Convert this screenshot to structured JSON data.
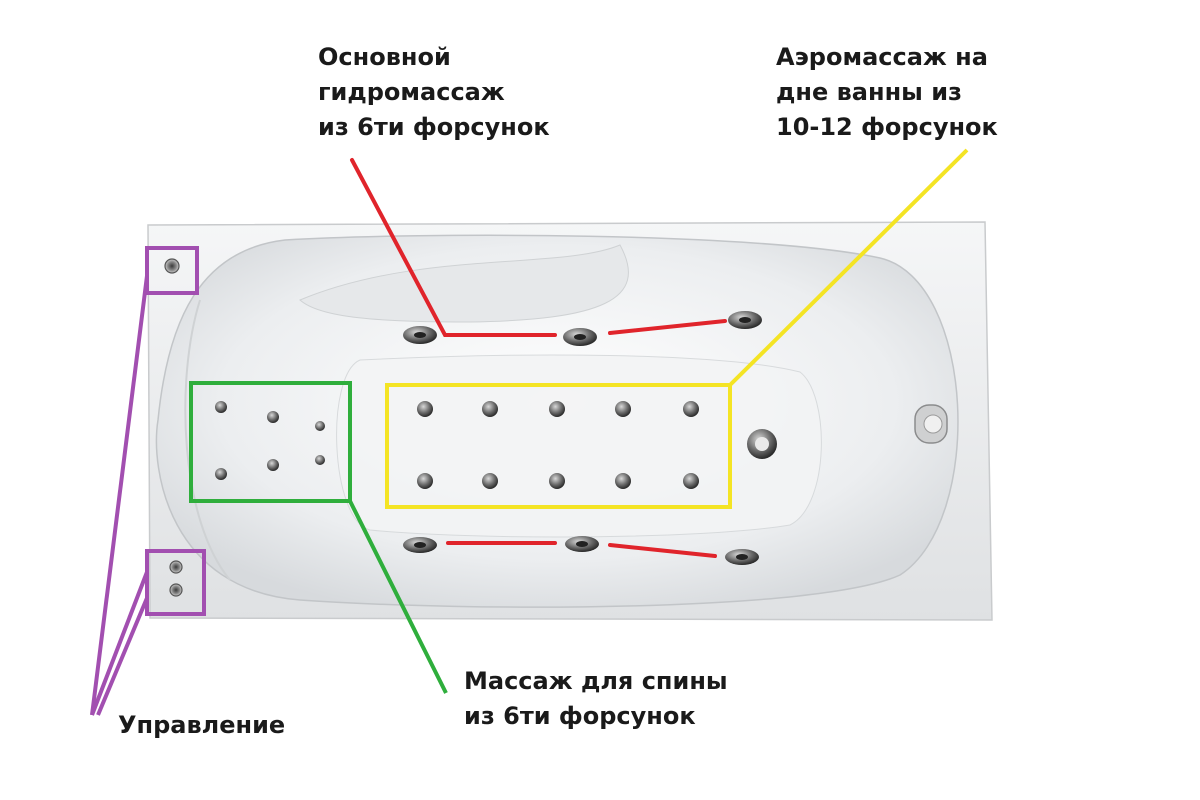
{
  "labels": {
    "main_hydro": {
      "lines": [
        "Основной",
        "гидромассаж",
        "из 6ти форсунок"
      ],
      "color": "#e0242b"
    },
    "aero": {
      "lines": [
        "Аэромассаж на",
        "дне ванны из",
        "10-12 форсунок"
      ],
      "color": "#f4e424"
    },
    "back": {
      "lines": [
        "Массаж для спины",
        "из 6ти форсунок"
      ],
      "color": "#2fae3c"
    },
    "control": {
      "lines": [
        "Управление"
      ],
      "color": "#a24fb0"
    }
  },
  "icons": [
    "bathtub-icon",
    "jet-nozzle-icon",
    "air-jet-icon",
    "drain-icon",
    "overflow-icon",
    "control-knob-icon"
  ]
}
